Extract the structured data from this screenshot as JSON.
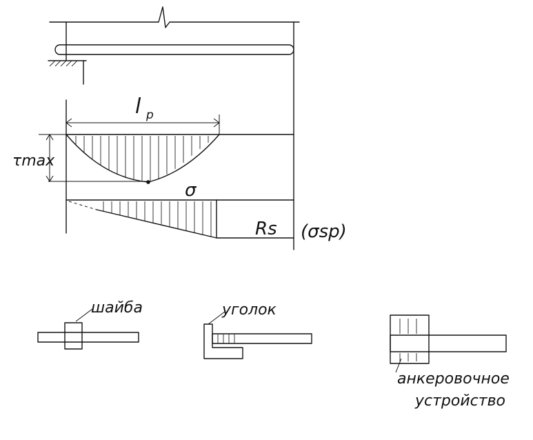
{
  "labels": {
    "anchorage_length": "l",
    "anchorage_length_sub": "p",
    "tau_max": "τmax",
    "sigma": "σ",
    "rs": "Rs",
    "sigma_sp": "(σsp)",
    "washer": "шайба",
    "angle": "уголок",
    "anchor_device_line1": "анкеровочное",
    "anchor_device_line2": "устройство"
  }
}
